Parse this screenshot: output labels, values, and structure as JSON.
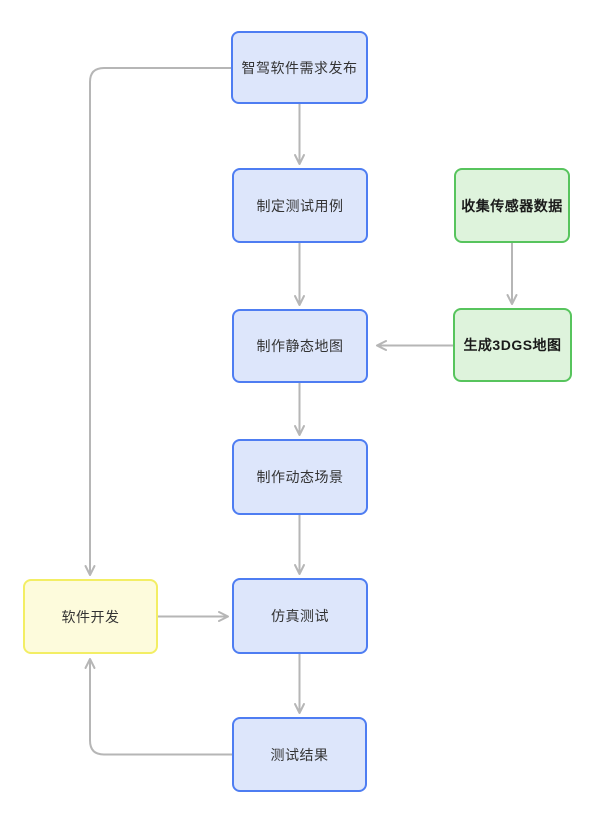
{
  "diagram": {
    "type": "flowchart",
    "direction": "top-down",
    "nodes": {
      "req": {
        "label": "智驾软件需求发布",
        "color": "blue"
      },
      "testcase": {
        "label": "制定测试用例",
        "color": "blue"
      },
      "staticmap": {
        "label": "制作静态地图",
        "color": "blue"
      },
      "dynscene": {
        "label": "制作动态场景",
        "color": "blue"
      },
      "sim": {
        "label": "仿真测试",
        "color": "blue"
      },
      "result": {
        "label": "测试结果",
        "color": "blue"
      },
      "sensor": {
        "label": "收集传感器数据",
        "color": "green"
      },
      "gen3dgs": {
        "label": "生成3DGS地图",
        "color": "green"
      },
      "dev": {
        "label": "软件开发",
        "color": "yellow"
      }
    },
    "edges": [
      {
        "from": "req",
        "to": "testcase"
      },
      {
        "from": "testcase",
        "to": "staticmap"
      },
      {
        "from": "sensor",
        "to": "gen3dgs"
      },
      {
        "from": "gen3dgs",
        "to": "staticmap"
      },
      {
        "from": "staticmap",
        "to": "dynscene"
      },
      {
        "from": "dynscene",
        "to": "sim"
      },
      {
        "from": "req",
        "to": "dev"
      },
      {
        "from": "dev",
        "to": "sim"
      },
      {
        "from": "sim",
        "to": "result"
      },
      {
        "from": "result",
        "to": "dev"
      }
    ],
    "colors": {
      "blue_fill": "#dde6fb",
      "blue_border": "#4e7df2",
      "green_fill": "#def3dc",
      "green_border": "#57c45d",
      "yellow_fill": "#fdfbdc",
      "yellow_border": "#f3ee64",
      "edge": "#b6b6b6",
      "text": "#333333",
      "background": "#ffffff"
    }
  }
}
